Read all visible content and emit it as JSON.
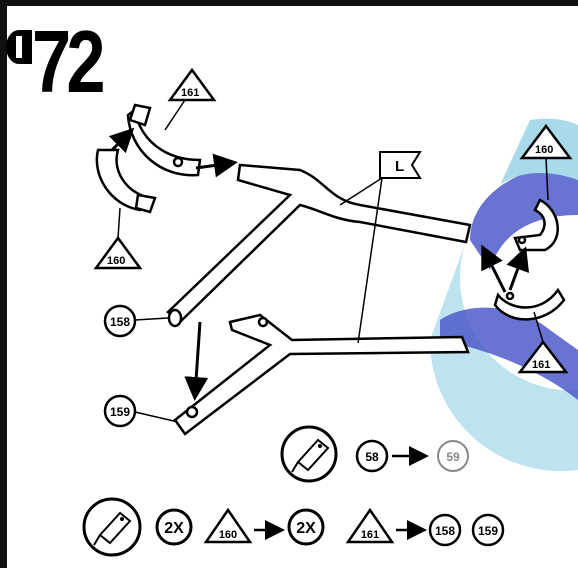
{
  "step": {
    "number": "72"
  },
  "flag_label": "L",
  "labels": {
    "part_161_top": "161",
    "part_160_left": "160",
    "part_160_right": "160",
    "part_161_right": "161",
    "part_158": "158",
    "part_159": "159"
  },
  "equation_top": {
    "from": "58",
    "to": "59"
  },
  "equation_bottom": {
    "qty_1": "2X",
    "part_1": "160",
    "qty_2": "2X",
    "part_2": "161",
    "result_1": "158",
    "result_2": "159"
  },
  "colors": {
    "watermark": "#9fd6e8",
    "watermark_dark": "#3b49c4",
    "ink": "#000000"
  }
}
